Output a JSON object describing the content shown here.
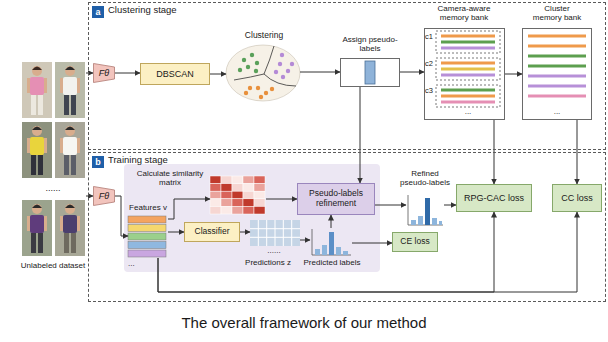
{
  "diagram": {
    "caption": "The overall framework of our method",
    "nodes": [
      {
        "text": [
          "a",
          "Clustering stage"
        ]
      },
      {
        "text": [
          "Fθ"
        ],
        "in": 0
      },
      {
        "text": [
          "DBSCAN"
        ],
        "in": 0
      },
      {
        "text": [
          "Clustering"
        ],
        "in": 0
      },
      {
        "text": [
          "Assign pseudo-labels"
        ],
        "in": 0
      },
      {
        "text": [
          "Camera-aware memory bank"
        ],
        "in": 0
      },
      {
        "text": [
          "Cluster memory bank"
        ],
        "in": 0
      },
      {
        "text": [
          "b",
          "Training stage"
        ]
      },
      {
        "text": [
          "......",
          "Unlabeled dataset"
        ]
      },
      {
        "text": [
          "Fθ"
        ],
        "in": 7
      },
      {
        "text": [
          "Features v"
        ],
        "in": 7
      },
      {
        "text": [
          "Calculate similarity matrix"
        ],
        "in": 7
      },
      {
        "text": [
          "Pseudo-labels refinement"
        ],
        "in": 7
      },
      {
        "text": [
          "Classifier"
        ],
        "in": 7
      },
      {
        "text": [
          "Predictions z"
        ],
        "in": 7
      },
      {
        "text": [
          "Predicted labels"
        ],
        "in": 7
      },
      {
        "text": [
          "Refined pseudo-labels"
        ],
        "in": 7
      },
      {
        "text": [
          "CE loss"
        ],
        "in": 7
      },
      {
        "text": [
          "RPG-CAC loss"
        ],
        "in": 7
      },
      {
        "text": [
          "CC loss"
        ],
        "in": 7
      }
    ],
    "edges": [
      {
        "from": 8,
        "to": 1,
        "arrow": "to"
      },
      {
        "from": 8,
        "to": 9,
        "arrow": "to"
      },
      {
        "from": 1,
        "to": 2,
        "arrow": "to"
      },
      {
        "from": 2,
        "to": 3,
        "arrow": "to"
      },
      {
        "from": 3,
        "to": 4,
        "arrow": "to"
      },
      {
        "from": 4,
        "to": 5,
        "arrow": "to"
      },
      {
        "from": 5,
        "to": 6,
        "arrow": "to"
      },
      {
        "from": 4,
        "to": 12,
        "arrow": "to"
      },
      {
        "from": 9,
        "to": 10,
        "arrow": "to"
      },
      {
        "from": 10,
        "to": 11,
        "arrow": "to"
      },
      {
        "from": 10,
        "to": 13,
        "arrow": "to"
      },
      {
        "from": 11,
        "to": 12,
        "arrow": "to"
      },
      {
        "from": 13,
        "to": 14,
        "arrow": "to"
      },
      {
        "from": 14,
        "to": 15,
        "arrow": "to"
      },
      {
        "from": 15,
        "to": 12,
        "arrow": "to"
      },
      {
        "from": 15,
        "to": 17,
        "arrow": "to"
      },
      {
        "from": 12,
        "to": 16,
        "arrow": "to"
      },
      {
        "from": 16,
        "to": 18,
        "arrow": "to"
      },
      {
        "from": 5,
        "to": 18,
        "arrow": "to"
      },
      {
        "from": 6,
        "to": 19,
        "arrow": "to"
      },
      {
        "from": 10,
        "to": 18,
        "arrow": "to"
      },
      {
        "from": 10,
        "to": 19,
        "arrow": "to"
      }
    ],
    "labels": [
      "c1",
      "c2",
      "c3",
      "...",
      "...",
      "...",
      "......"
    ]
  }
}
